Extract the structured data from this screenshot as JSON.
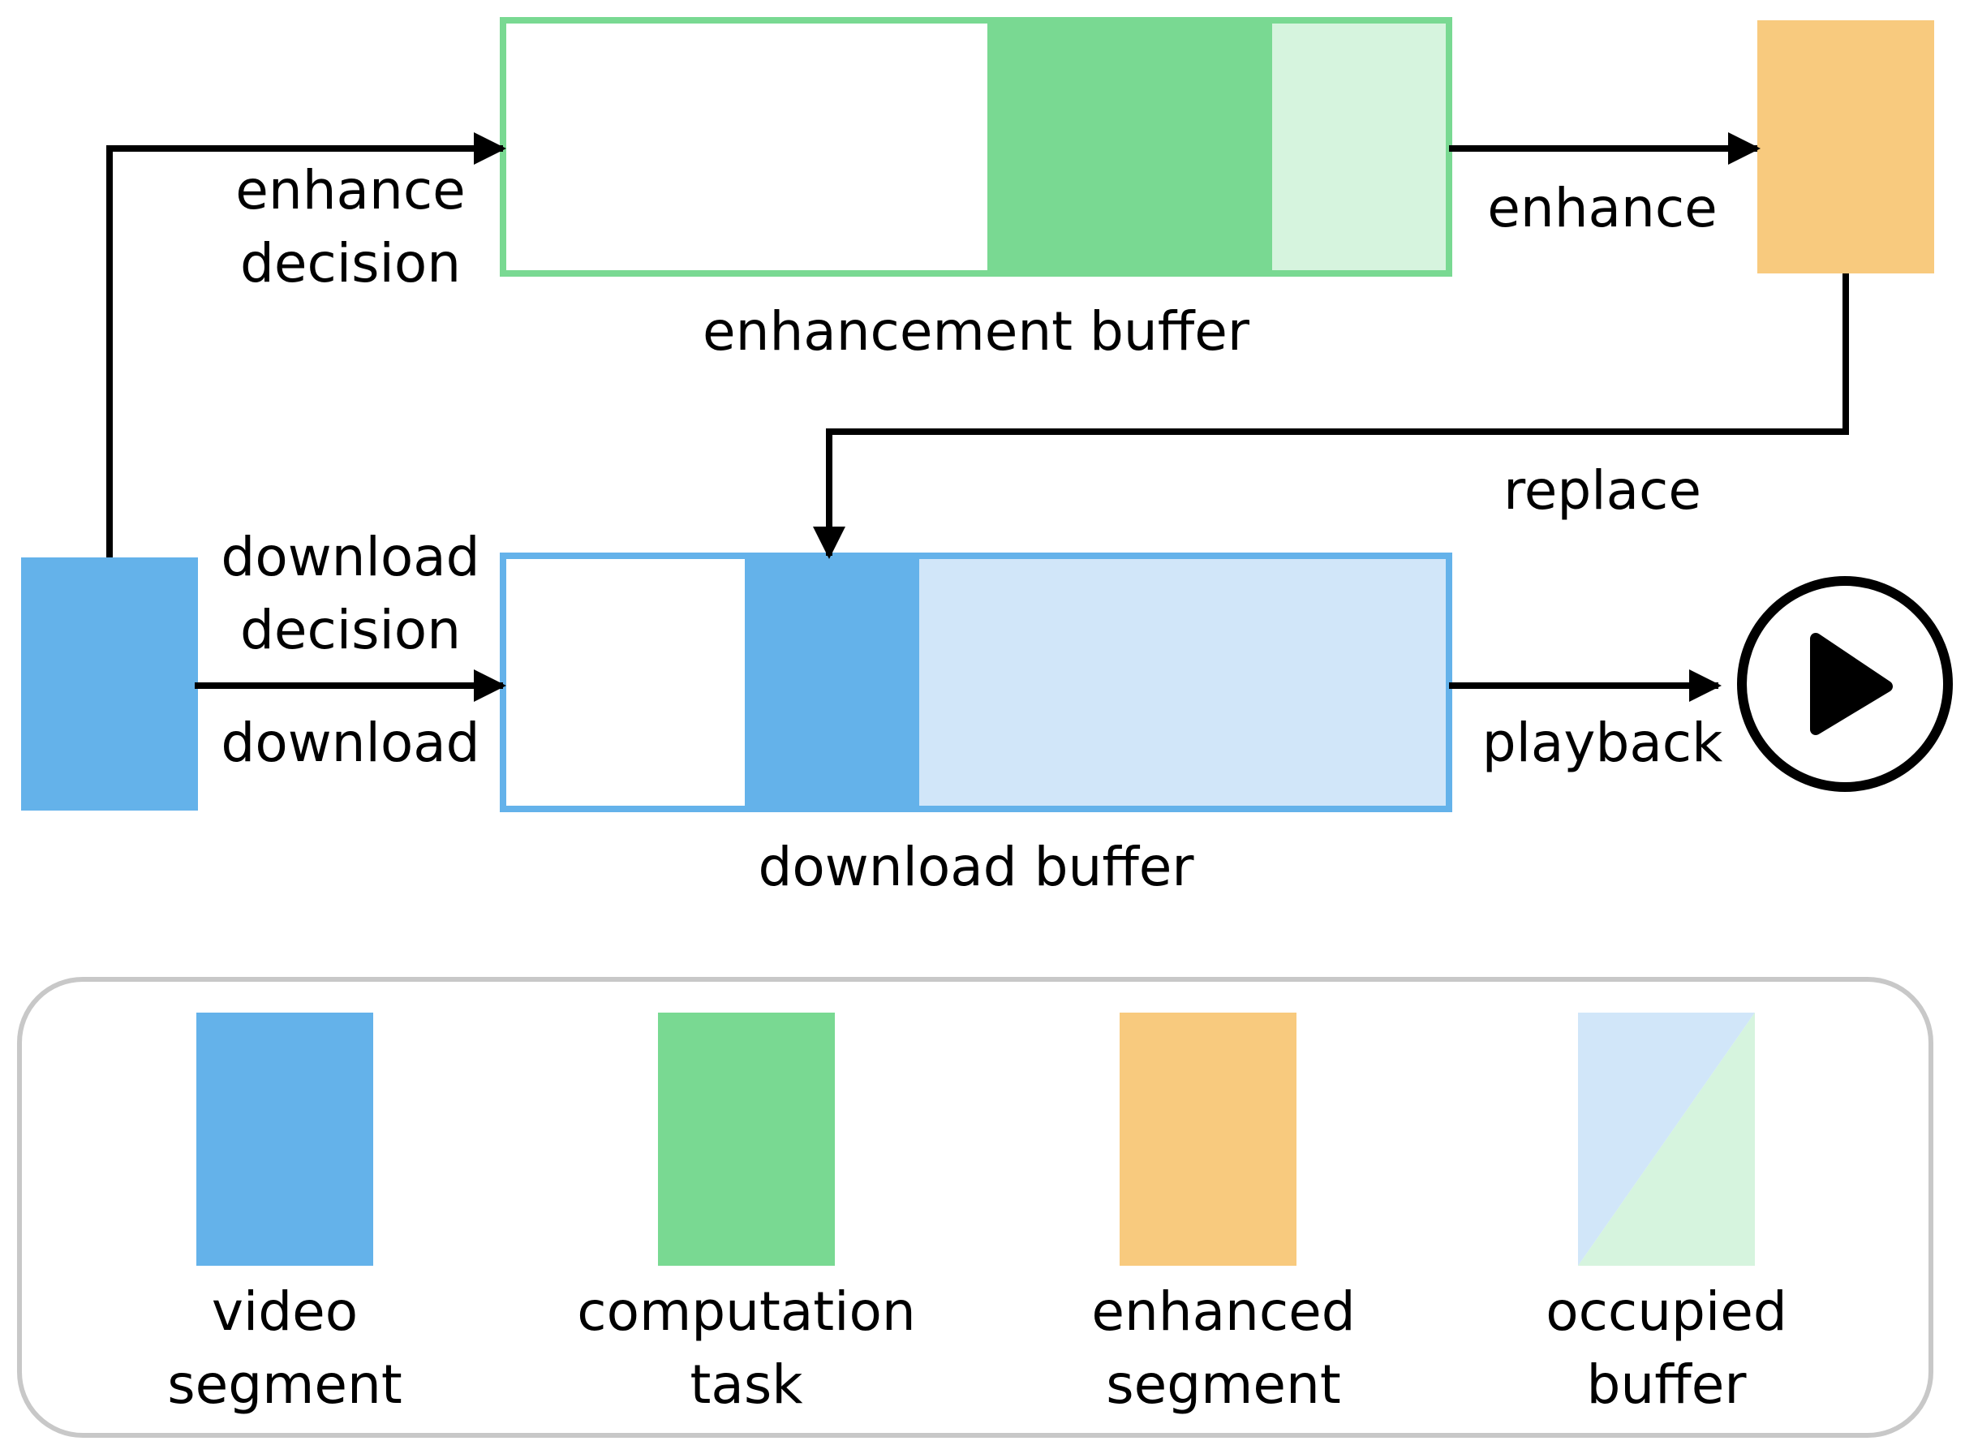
{
  "colors": {
    "video_segment": "#64b2ea",
    "computation_task": "#79d992",
    "enhanced_segment": "#f8ca7e",
    "occupied_download": "#d1e6f9",
    "occupied_enhancement": "#d6f4de",
    "enhancement_border": "#79d992",
    "download_border": "#64b2ea",
    "legend_border": "#c8c8c8",
    "arrow": "#000000"
  },
  "labels": {
    "enhance_decision": [
      "enhance",
      "decision"
    ],
    "enhance": "enhance",
    "enhancement_buffer": "enhancement buffer",
    "replace": "replace",
    "download_decision": [
      "download",
      "decision"
    ],
    "download": "download",
    "playback": "playback",
    "download_buffer": "download buffer"
  },
  "icons": {
    "play": "play-icon"
  },
  "legend": [
    {
      "key": "video_segment",
      "lines": [
        "video",
        "segment"
      ]
    },
    {
      "key": "computation_task",
      "lines": [
        "computation",
        "task"
      ]
    },
    {
      "key": "enhanced_segment",
      "lines": [
        "enhanced",
        "segment"
      ]
    },
    {
      "key": "occupied_buffer",
      "lines": [
        "occupied",
        "buffer"
      ]
    }
  ]
}
